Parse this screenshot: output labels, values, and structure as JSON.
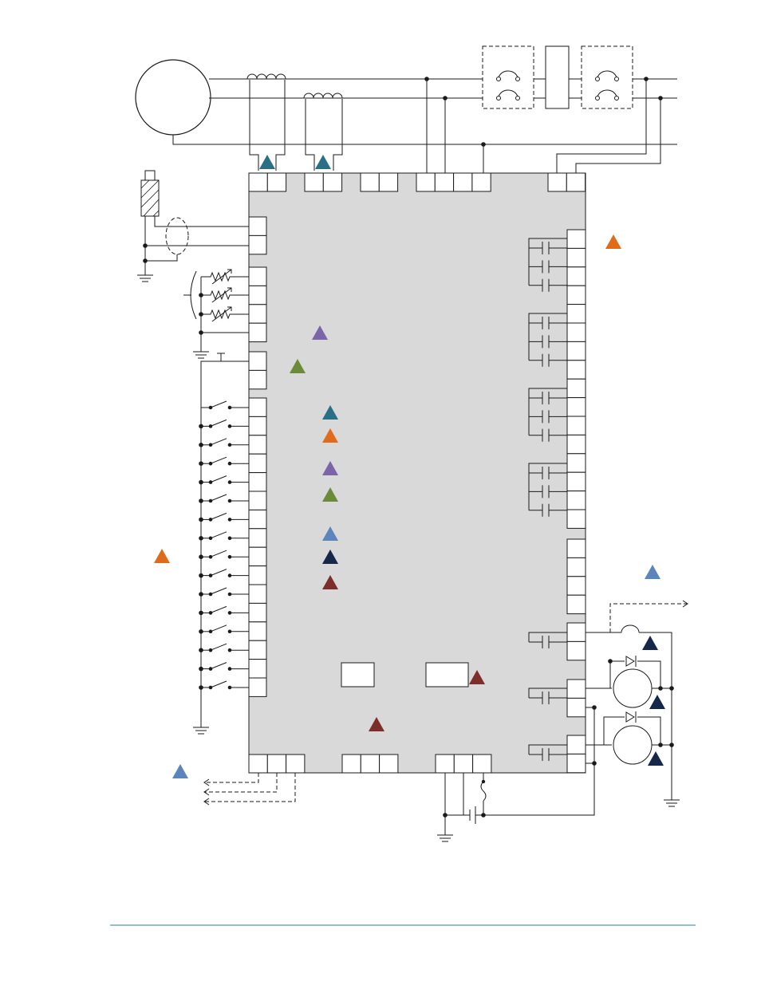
{
  "diagram": {
    "colors": {
      "wire": "#1a1a1a",
      "controller_fill": "#d9d9d9",
      "footer_rule": "#2e7d9a"
    },
    "markers": [
      {
        "id": "ct-a",
        "color": "#2a6f86"
      },
      {
        "id": "ct-b",
        "color": "#2a6f86"
      },
      {
        "id": "relay-outputs",
        "color": "#e06c1b"
      },
      {
        "id": "rtd-inputs",
        "color": "#7b64a8"
      },
      {
        "id": "speed-input",
        "color": "#6b8a3a"
      },
      {
        "id": "legend-1",
        "color": "#2a6f86"
      },
      {
        "id": "legend-2",
        "color": "#e06c1b"
      },
      {
        "id": "legend-3",
        "color": "#7b64a8"
      },
      {
        "id": "legend-4",
        "color": "#6b8a3a"
      },
      {
        "id": "legend-5",
        "color": "#5b85bb"
      },
      {
        "id": "legend-6",
        "color": "#16284a"
      },
      {
        "id": "legend-7",
        "color": "#7e2e2a"
      },
      {
        "id": "contact-inputs",
        "color": "#e06c1b"
      },
      {
        "id": "comm-outputs",
        "color": "#5b85bb"
      },
      {
        "id": "aux-output",
        "color": "#5b85bb"
      },
      {
        "id": "fuse-output",
        "color": "#16284a"
      },
      {
        "id": "motor-1",
        "color": "#16284a"
      },
      {
        "id": "motor-2",
        "color": "#16284a"
      },
      {
        "id": "module-b",
        "color": "#7e2e2a"
      },
      {
        "id": "controller-body",
        "color": "#7e2e2a"
      }
    ]
  }
}
